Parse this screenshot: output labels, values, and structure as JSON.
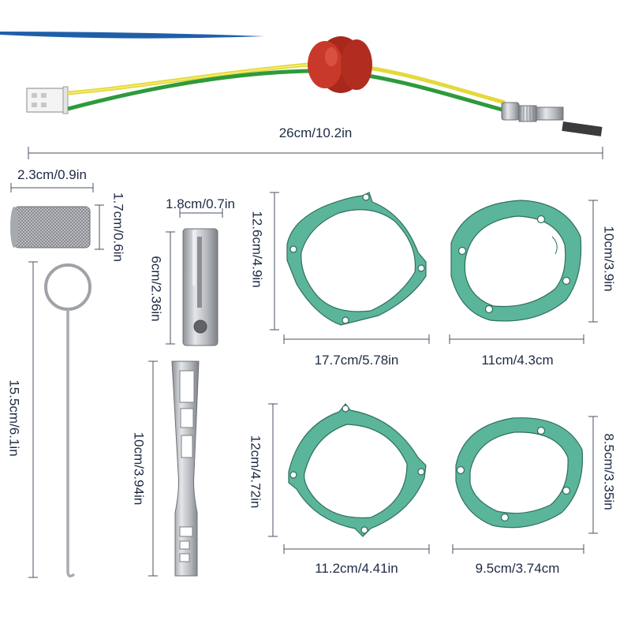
{
  "product": {
    "dimensions": {
      "glow_plug_length": "26cm/10.2in",
      "screen_width": "2.3cm/0.9in",
      "screen_height": "1.7cm/0.6in",
      "tool_width": "1.8cm/0.7in",
      "tool_height": "6cm/2.36in",
      "hook_length": "15.5cm/6.1in",
      "wrench_length": "10cm/3.94in",
      "gasket1_height": "12.6cm/4.9in",
      "gasket1_width": "17.7cm/5.78in",
      "gasket2_height": "10cm/3.9in",
      "gasket2_width": "11cm/4.3cm",
      "gasket3_height": "12cm/4.72in",
      "gasket3_width": "11.2cm/4.41in",
      "gasket4_height": "8.5cm/3.35in",
      "gasket4_width": "9.5cm/3.74cm"
    }
  },
  "colors": {
    "gasket_green": "#5bb59a",
    "gasket_edge": "#2f6f5e",
    "grommet_red": "#c0392b",
    "wire_yellow": "#e9e04a",
    "wire_green": "#2f9a3a",
    "steel": "#b9bcc1",
    "dim_line": "#4a5160",
    "brand_blue": "#1f5fa8"
  }
}
